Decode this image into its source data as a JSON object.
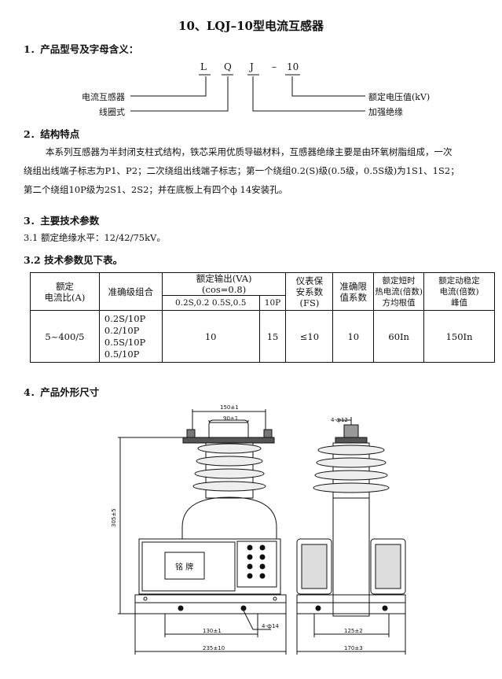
{
  "title": "10、LQJ–10型电流互感器",
  "sections": {
    "s1": "1．产品型号及字母含义：",
    "s2": "2．结构特点",
    "s3": "3．主要技术参数",
    "s4": "4．产品外形尺寸"
  },
  "model": {
    "letters": [
      "L",
      "Q",
      "J",
      "–",
      "10"
    ],
    "labels": {
      "L": "电流互感器",
      "Q": "线圈式",
      "J": "加强绝缘",
      "10": "额定电压值(kV)"
    }
  },
  "structure": {
    "line1": "本系列互感器为半封闭支柱式结构，铁芯采用优质导磁材料，互感器绝缘主要是由环氧树脂组成，一次",
    "line2": "绕组出线端子标志为P1、P2；二次绕组出线端子标志；第一个绕组0.2(S)级(0.5级，0.5S级)为1S1、1S2；",
    "line3": "第二个绕组10P级为2S1、2S2；并在底板上有四个ф 14安装孔。"
  },
  "params": {
    "p31": "3.1  额定绝缘水平：12/42/75kV。",
    "p32": "3.2  技术参数见下表。"
  },
  "table": {
    "h_ratio_1": "额定",
    "h_ratio_2": "电流比(A)",
    "h_combo": "准确级组合",
    "h_output_1": "额定输出(VA)",
    "h_output_2": "(cos=0.8)",
    "h_sub_1": "0.2S,0.2  0.5S,0.5",
    "h_sub_2": "10P",
    "h_fs_1": "仪表保",
    "h_fs_2": "安系数",
    "h_fs_3": "(FS)",
    "h_alf_1": "准确限",
    "h_alf_2": "值系数",
    "h_th_1": "额定短时",
    "h_th_2": "热电流(倍数)",
    "h_th_3": "方均根值",
    "h_dyn_1": "额定动稳定",
    "h_dyn_2": "电流(倍数)",
    "h_dyn_3": "峰值",
    "row": {
      "ratio": "5~400/5",
      "combos": [
        "0.2S/10P",
        "0.2/10P",
        "0.5S/10P",
        "0.5/10P"
      ],
      "out1": "10",
      "out2": "15",
      "fs": "≤10",
      "alf": "10",
      "th": "60In",
      "dyn": "150In"
    }
  },
  "drawing": {
    "nameplate": "铭  牌",
    "dims": {
      "top_outer": "150±1",
      "top_inner": "90±1",
      "height": "305±5",
      "base_holes": "130±1",
      "base_width": "235±10",
      "hole": "4-ф14",
      "side_holes": "125±2",
      "side_width": "170±3",
      "terminal": "4-ф12"
    }
  }
}
